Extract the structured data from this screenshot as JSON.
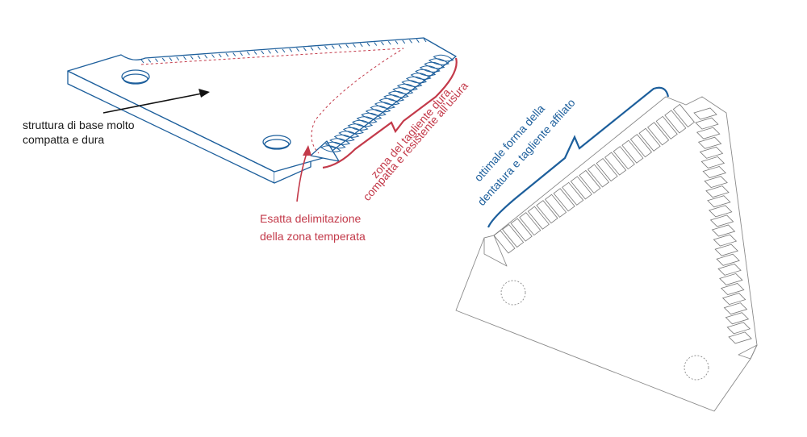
{
  "diagram": {
    "annotations": {
      "base_structure": {
        "line1": "struttura di base molto",
        "line2": "compatta e dura"
      },
      "cutting_zone": {
        "line1": "zona del tagliente dura,",
        "line2": "compatta e resistente all’usura"
      },
      "hardened_zone": {
        "line1": "Esatta delimitazione",
        "line2": "della zona temperata"
      },
      "serration": {
        "line1": "ottimale forma della",
        "line2": "dentatura e tagliente affilato"
      }
    }
  },
  "colors": {
    "blue": "#1d5f9c",
    "red": "#c33a4a",
    "outline": "#1d5f9c",
    "sketch": "#8a8a8a",
    "text": "#1a1a1a"
  }
}
